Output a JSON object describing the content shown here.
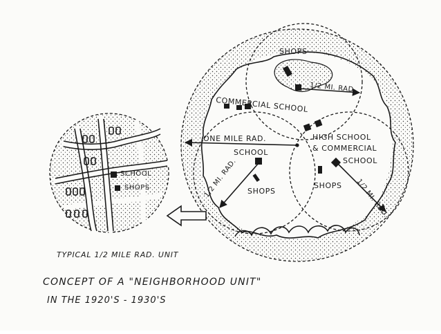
{
  "labels": {
    "shops_top": "SHOPS",
    "half_mile_rad_top": "1/2 MI. RAD.",
    "commercial_school": "COMMERCIAL SCHOOL",
    "one_mile_rad": "ONE MILE RAD.",
    "school_center": "SCHOOL",
    "half_mile_rad_left": "1/2 MI. RAD.",
    "shops_center": "SHOPS",
    "high_school": "HIGH SCHOOL",
    "and_commercial": "& COMMERCIAL",
    "school_right": "SCHOOL",
    "shops_right": "SHOPS",
    "half_mile_rad_right": "1/2 MI. RAD.",
    "unit_school": "SCHOOL",
    "unit_shops": "SHOPS"
  },
  "captions": {
    "unit": "TYPICAL 1/2 MILE RAD. UNIT",
    "title": "CONCEPT OF A \"NEIGHBORHOOD UNIT\"",
    "subtitle": "IN THE 1920'S - 1930'S"
  },
  "colors": {
    "ink": "#1a1a1a",
    "paper": "#fbfbf9"
  }
}
